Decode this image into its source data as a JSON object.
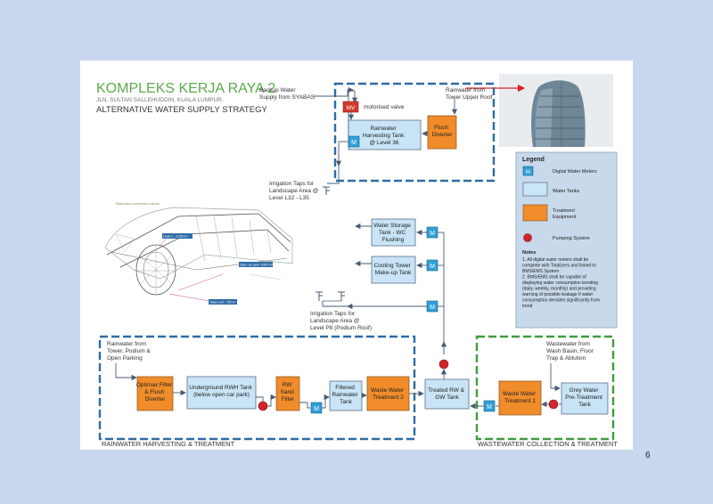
{
  "header": {
    "title": "KOMPLEKS KERJA RAYA 2",
    "address": "JLN. SULTAN SALLEHUDDIN, KUALA LUMPUR.",
    "subtitle": "ALTERNATIVE WATER SUPPLY STRATEGY"
  },
  "page_number": "6",
  "colors": {
    "blue_dash": "#2e6ca7",
    "green_dash": "#3f9d3f",
    "tank_fill": "#c8e4f6",
    "treatment_fill": "#f08c2a",
    "meter_fill": "#2f9fd8",
    "valve_fill": "#d03a2d",
    "pump_fill": "#d5232d",
    "title_green": "#5aab4b",
    "line_color": "#4a5b74"
  },
  "top_section": {
    "backup_supply": [
      "Backup Water",
      "Supply from SYABAS"
    ],
    "rainwater_source": [
      "Rainwater from",
      "Tower Upper Roof"
    ],
    "valve_label": "motorised valve",
    "valve_code": "MV",
    "rwh_tank": [
      "Rainwater",
      "Harvesting Tank",
      "@ Level 36"
    ],
    "flush_diverter": [
      "Flush",
      "Diverter"
    ],
    "irrigation_taps": [
      "Irrigation Taps for",
      "Landscape Area @",
      "Level L32 - L35"
    ]
  },
  "site_plan": {
    "caption": "Rainwater catchment areas",
    "labels": [
      "Level 1 - 2,159 m²",
      "Open car park: 9,800 m²",
      "Tower roof - 792 m²"
    ]
  },
  "middle_section": {
    "water_storage_tank": [
      "Water Storage",
      "Tank - WC",
      "Flushing"
    ],
    "cooling_tower": [
      "Cooling Tower",
      "Make-up Tank"
    ],
    "irrigation_taps_p8": [
      "Irrigation Taps for",
      "Landscape Area @",
      "Level P8 (Podium Roof)"
    ]
  },
  "rainwater_section": {
    "label": "RAINWATER HARVESTING & TREATMENT",
    "source": [
      "Rainwater from",
      "Tower, Podium &",
      "Open Parking"
    ],
    "optimax": [
      "Optimax Filter",
      "& Flush",
      "Diverter"
    ],
    "underground_tank": [
      "Underground RWH Tank",
      "(below open car park)"
    ],
    "rw_sand_filter": [
      "RW",
      "Sand",
      "Filter"
    ],
    "filtered_tank": [
      "Filtered",
      "Rainwater",
      "Tank"
    ],
    "waste_water_treatment_2": [
      "Waste Water",
      "Treatment 2"
    ]
  },
  "treated_tank": [
    "Treated RW &",
    "GW Tank"
  ],
  "wastewater_section": {
    "label": "WASTEWATER COLLECTION & TREATMENT",
    "source": [
      "Wastewater from",
      "Wash Basin, Floor",
      "Trap & Ablution"
    ],
    "waste_water_treatment_1": [
      "Waste Water",
      "Treatment 1"
    ],
    "grey_water_tank": [
      "Grey Water",
      "Pre-Treatment",
      "Tank"
    ]
  },
  "meter_code": "M",
  "legend": {
    "title": "Legend",
    "items": [
      "Digital Water Meters",
      "Water Tanks",
      "Treatment",
      "Equipment",
      "Pumping System"
    ],
    "notes_title": "Notes",
    "notes": [
      "1. All digital water meters shall be",
      "complete with Totalizers and linked to",
      "BMS/EMS System",
      "",
      "2. BMS/EMS shall be capable of",
      "displaying water consumption trending",
      "(daily, weekly, monthly) and providing",
      "warning of possible leakage if water",
      "consumption deviates significantly from",
      "trend"
    ]
  }
}
